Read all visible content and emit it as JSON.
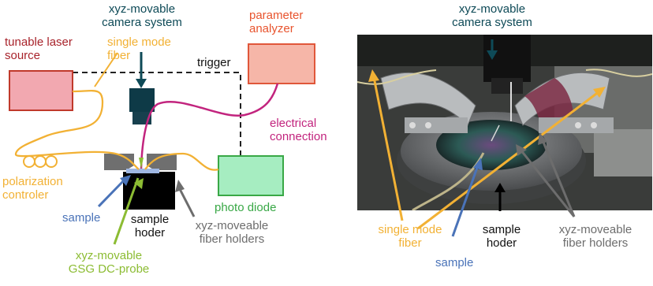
{
  "left_diagram": {
    "camera_label": [
      "xyz-movable",
      "camera system"
    ],
    "laser_label": [
      "tunable laser",
      "source"
    ],
    "fiber_label": [
      "single mode",
      "fiber"
    ],
    "trigger_label": "trigger",
    "analyzer_label": [
      "parameter",
      "analyzer"
    ],
    "electrical_label": [
      "electrical",
      "connection"
    ],
    "polarization_label": [
      "polarization",
      "controler"
    ],
    "sample_label": "sample",
    "holder_label": [
      "sample",
      "hoder"
    ],
    "fiber_holders_label": [
      "xyz-moveable",
      "fiber holders"
    ],
    "photodiode_label": "photo diode",
    "probe_label": [
      "xyz-movable",
      "GSG DC-probe"
    ]
  },
  "right_photo": {
    "camera_label": [
      "xyz-movable",
      "camera system"
    ],
    "fiber_label": [
      "single mode",
      "fiber"
    ],
    "holder_label": [
      "sample",
      "hoder"
    ],
    "fiber_holders_label": [
      "xyz-moveable",
      "fiber holders"
    ],
    "sample_label": "sample"
  },
  "colors": {
    "laser_red": "#a8232b",
    "fiber_yellow": "#f2b134",
    "camera_teal": "#0e4a57",
    "analyzer_orange": "#e8542e",
    "electrical_magenta": "#c2247e",
    "sample_blue": "#4a73b8",
    "photodiode_green": "#39a846",
    "probe_green": "#8cbc33",
    "holder_gray": "#6d6d6d"
  }
}
